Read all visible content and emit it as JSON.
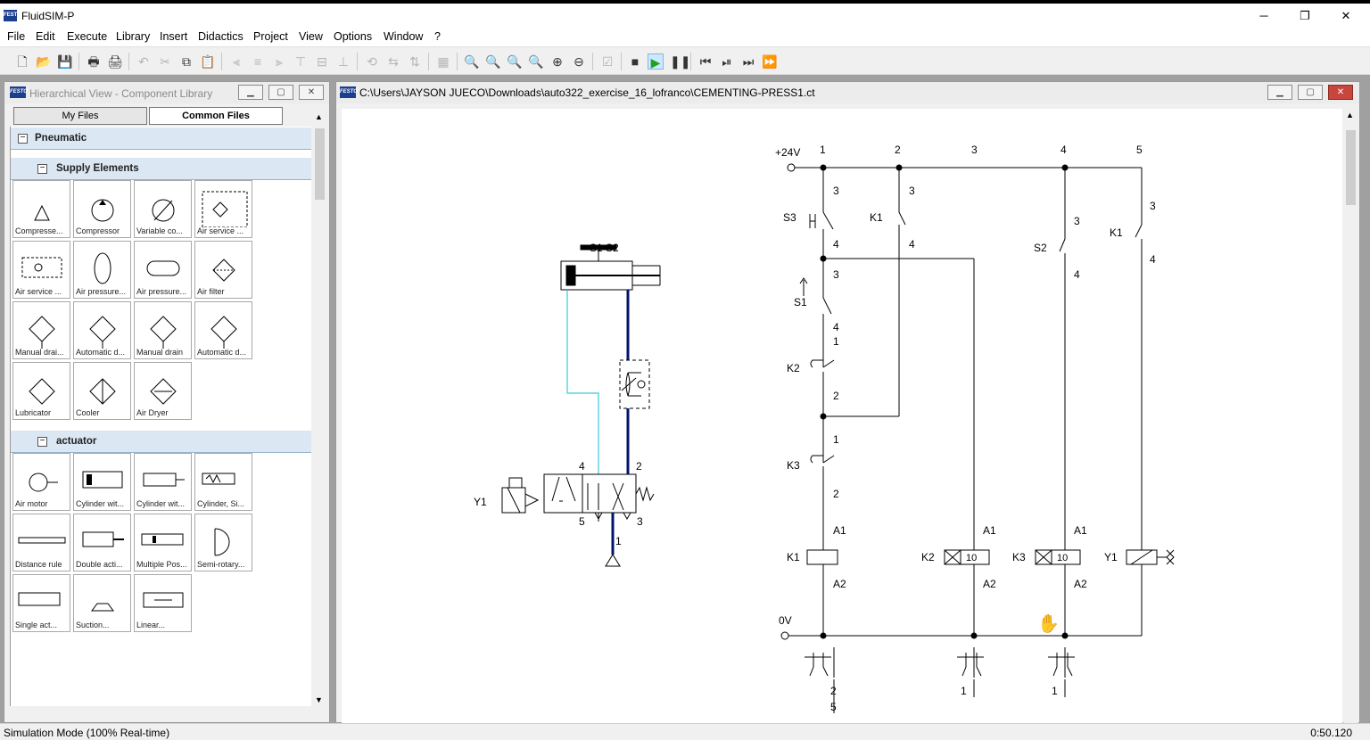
{
  "app": {
    "title": "FluidSIM-P",
    "logo_text": "FESTO"
  },
  "window_controls": {
    "minimize": "─",
    "restore": "❐",
    "close": "✕"
  },
  "menu": [
    "File",
    "Edit",
    "Execute",
    "Library",
    "Insert",
    "Didactics",
    "Project",
    "View",
    "Options",
    "Window",
    "?"
  ],
  "library_window": {
    "title": "Hierarchical View - Component Library",
    "tabs": [
      "My Files",
      "Common Files"
    ],
    "active_tab": "Common Files",
    "categories": [
      {
        "label": "Pneumatic",
        "box": "−"
      },
      {
        "label": "Supply Elements",
        "box": "−"
      },
      {
        "label": "actuator",
        "box": "−"
      }
    ],
    "supply_items": [
      "Compresse...",
      "Compressor",
      "Variable co...",
      "Air service ...",
      "Air service ...",
      "Air pressure...",
      "Air pressure...",
      "Air filter",
      "Manual drai...",
      "Automatic d...",
      "Manual drain",
      "Automatic d...",
      "Lubricator",
      "Cooler",
      "Air Dryer"
    ],
    "actuator_items": [
      "Air motor",
      "Cylinder wit...",
      "Cylinder wit...",
      "Cylinder, Si...",
      "Distance rule",
      "Double acti...",
      "Multiple Pos...",
      "Semi-rotary...",
      "Single act...",
      "Suction...",
      "Linear..."
    ]
  },
  "document_window": {
    "title": "C:\\Users\\JAYSON JUECO\\Downloads\\auto322_exercise_16_lofranco\\CEMENTING-PRESS1.ct"
  },
  "pneumatic_circuit": {
    "cylinder_sensors": "S1 S2",
    "valve_label": "Y1",
    "port_4": "4",
    "port_2": "2",
    "port_5": "5",
    "port_3": "3",
    "port_1": "1"
  },
  "electrical_circuit": {
    "supply_plus": "+24V",
    "supply_zero": "0V",
    "rungs": [
      "1",
      "2",
      "3",
      "4",
      "5"
    ],
    "labels": {
      "s3": "S3",
      "k1a": "K1",
      "s2": "S2",
      "k1b": "K1",
      "s1": "S1",
      "k2": "K2",
      "k3": "K3",
      "k1coil": "K1",
      "k2coil": "K2",
      "k3coil": "K3",
      "y1coil": "Y1",
      "t3": "3",
      "t4": "4",
      "t1": "1",
      "t2": "2",
      "a1": "A1",
      "a2": "A2",
      "timer_k2": "10",
      "timer_k3": "10",
      "contact_ref_1": "2",
      "contact_ref_1b": "5",
      "contact_ref_3": "1",
      "contact_ref_4": "1"
    }
  },
  "status": {
    "mode": "Simulation Mode (100% Real-time)",
    "time": "0:50.120"
  }
}
